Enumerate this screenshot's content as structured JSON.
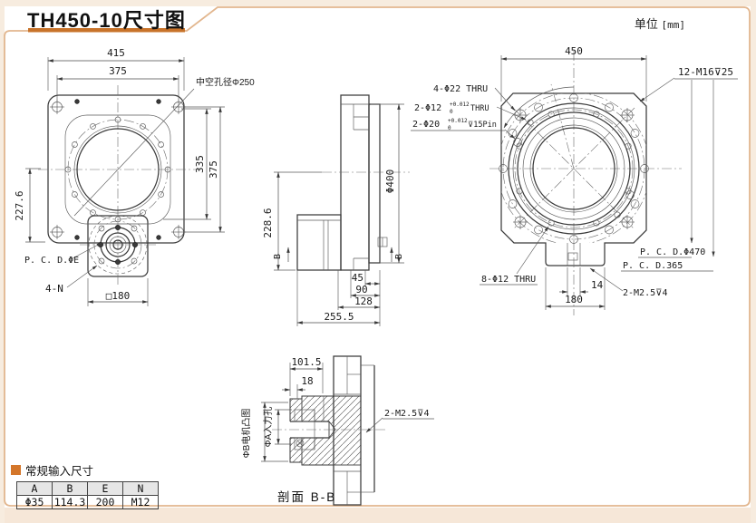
{
  "page": {
    "title": "TH450-10尺寸图",
    "unit_label": "单位",
    "unit_value": "[mm]"
  },
  "colors": {
    "accent": "#c8732a",
    "border": "#e2b68e",
    "table_header_bg": "#e6e6e6"
  },
  "front_view": {
    "dim_415": "415",
    "dim_375_top": "375",
    "hollow_bore_label": "中空孔径Φ250",
    "dim_335": "335",
    "dim_375_right": "375",
    "dim_227_6": "227.6",
    "pcd_e_label": "P. C. D.ΦE",
    "four_n_label": "4-N",
    "square_180": "□180"
  },
  "side_view": {
    "dim_228_6": "228.6",
    "dim_phi400": "Φ400",
    "dim_45": "45",
    "dim_90": "90",
    "dim_128": "128",
    "dim_255_5": "255.5",
    "section_marker_left": "B",
    "section_marker_right": "B"
  },
  "rear_view": {
    "dim_450": "450",
    "m16_label": "12-M16⊽25",
    "phi22_label": "4-Φ22 THRU",
    "phi12_prefix": "2-Φ12",
    "phi12_tol_top": "+0.012",
    "phi12_tol_bottom": "0",
    "phi12_suffix": "THRU",
    "phi20_prefix": "2-Φ20",
    "phi20_tol_top": "+0.012",
    "phi20_tol_bottom": "0",
    "phi20_suffix": "⊽15Pin",
    "pcd470_label": "P. C. D.Φ470",
    "pcd365_label": "P. C. D.365",
    "phi12_8_label": "8-Φ12 THRU",
    "dim_14": "14",
    "dim_180": "180",
    "m25_label": "2-M2.5⊽4"
  },
  "section_view": {
    "dim_101_5": "101.5",
    "dim_18": "18",
    "motor_boss_label": "ΦB电机凸图",
    "input_hole_label": "ΦA入力孔",
    "m25_label": "2-M2.5⊽4",
    "caption": "剖面 B-B"
  },
  "spec_table": {
    "title": "常规输入尺寸",
    "headers": [
      "A",
      "B",
      "E",
      "N"
    ],
    "values": [
      "Φ35",
      "114.3",
      "200",
      "M12"
    ]
  }
}
